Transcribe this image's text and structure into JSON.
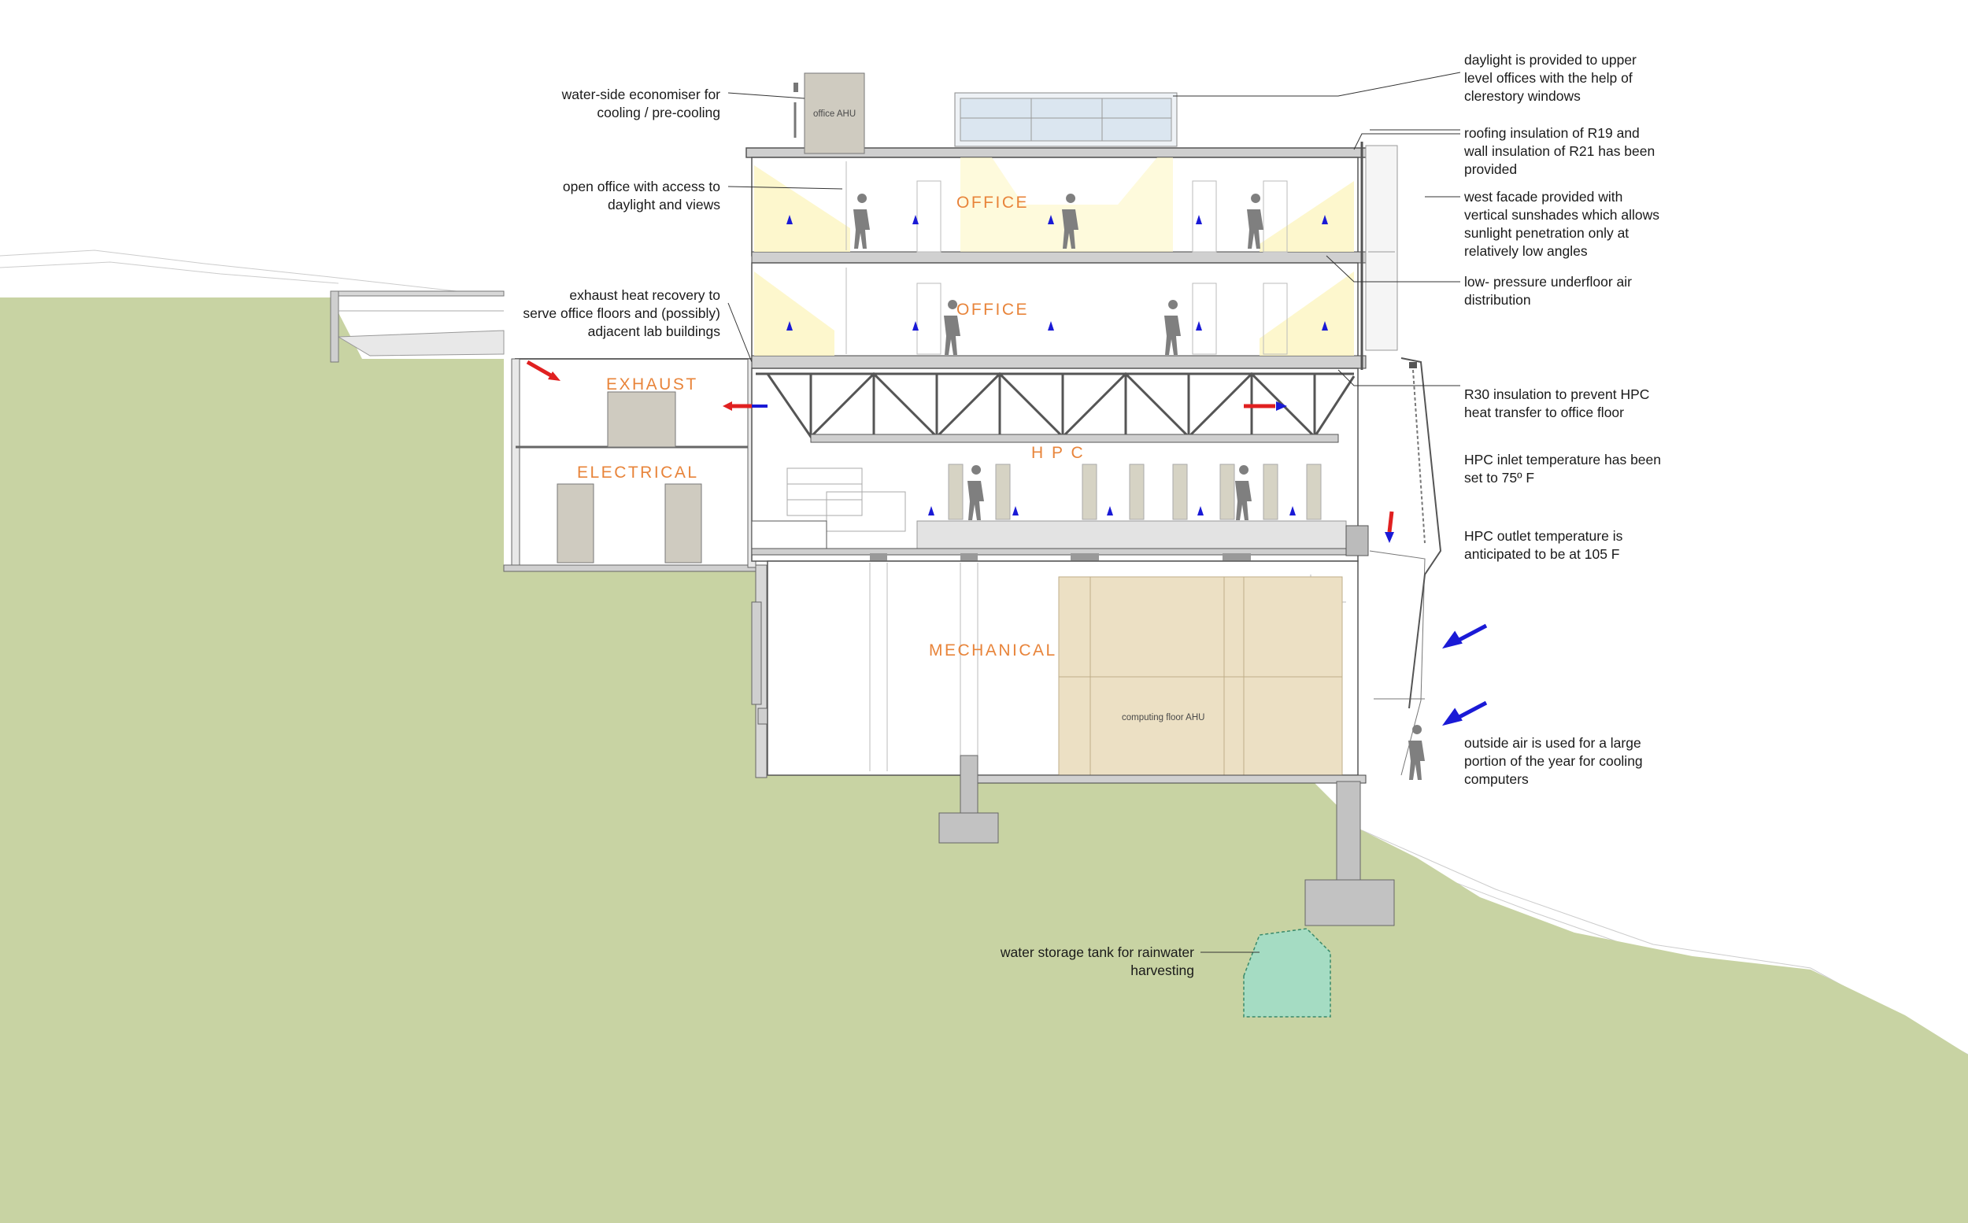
{
  "room_labels": {
    "office_upper": "OFFICE",
    "office_lower": "OFFICE",
    "exhaust": "EXHAUST",
    "electrical": "ELECTRICAL",
    "hpc": "H P C",
    "mechanical": "MECHANICAL",
    "office_ahu": "office AHU",
    "computing_ahu": "computing floor AHU"
  },
  "callouts_left": [
    {
      "id": "economiser",
      "lines": [
        "water-side economiser for",
        "cooling / pre-cooling"
      ]
    },
    {
      "id": "open_office",
      "lines": [
        "open office with access to",
        "daylight and views"
      ]
    },
    {
      "id": "heat_recovery",
      "lines": [
        "exhaust heat recovery to",
        "serve office floors and (possibly)",
        "adjacent lab buildings"
      ]
    },
    {
      "id": "water_tank",
      "lines": [
        "water storage tank for rainwater",
        "harvesting"
      ]
    }
  ],
  "callouts_right": [
    {
      "id": "daylight",
      "lines": [
        "daylight is provided to upper",
        "level offices with the help of",
        "clerestory windows"
      ]
    },
    {
      "id": "insulation",
      "lines": [
        "roofing insulation of R19 and",
        "wall insulation of R21 has been",
        "provided"
      ]
    },
    {
      "id": "west_facade",
      "lines": [
        "west facade provided with",
        "vertical sunshades which allows",
        "sunlight penetration only at",
        "relatively low angles"
      ]
    },
    {
      "id": "underfloor",
      "lines": [
        "low- pressure underfloor air",
        "distribution"
      ]
    },
    {
      "id": "r30",
      "lines": [
        "R30 insulation to prevent HPC",
        "heat transfer to office floor"
      ]
    },
    {
      "id": "hpc_inlet",
      "lines": [
        "HPC inlet temperature has been",
        "set to 75º F"
      ]
    },
    {
      "id": "hpc_outlet",
      "lines": [
        "HPC outlet temperature is",
        "anticipated to be at 105   F"
      ]
    },
    {
      "id": "outside_air",
      "lines": [
        "outside air is used for a large",
        "portion of the year for cooling",
        "computers"
      ]
    }
  ],
  "colors": {
    "ground": "#c8d3a3",
    "label_orange": "#e8843a",
    "ahu_fill": "#ece0c4",
    "tank_fill": "#a5dcc3",
    "daylight": "#fdf6c4",
    "supply_air": "#1a1ad6",
    "exhaust_air": "#e02020",
    "structure": "#555555",
    "concrete": "#c2c2c2",
    "person": "#7f7f7f"
  }
}
